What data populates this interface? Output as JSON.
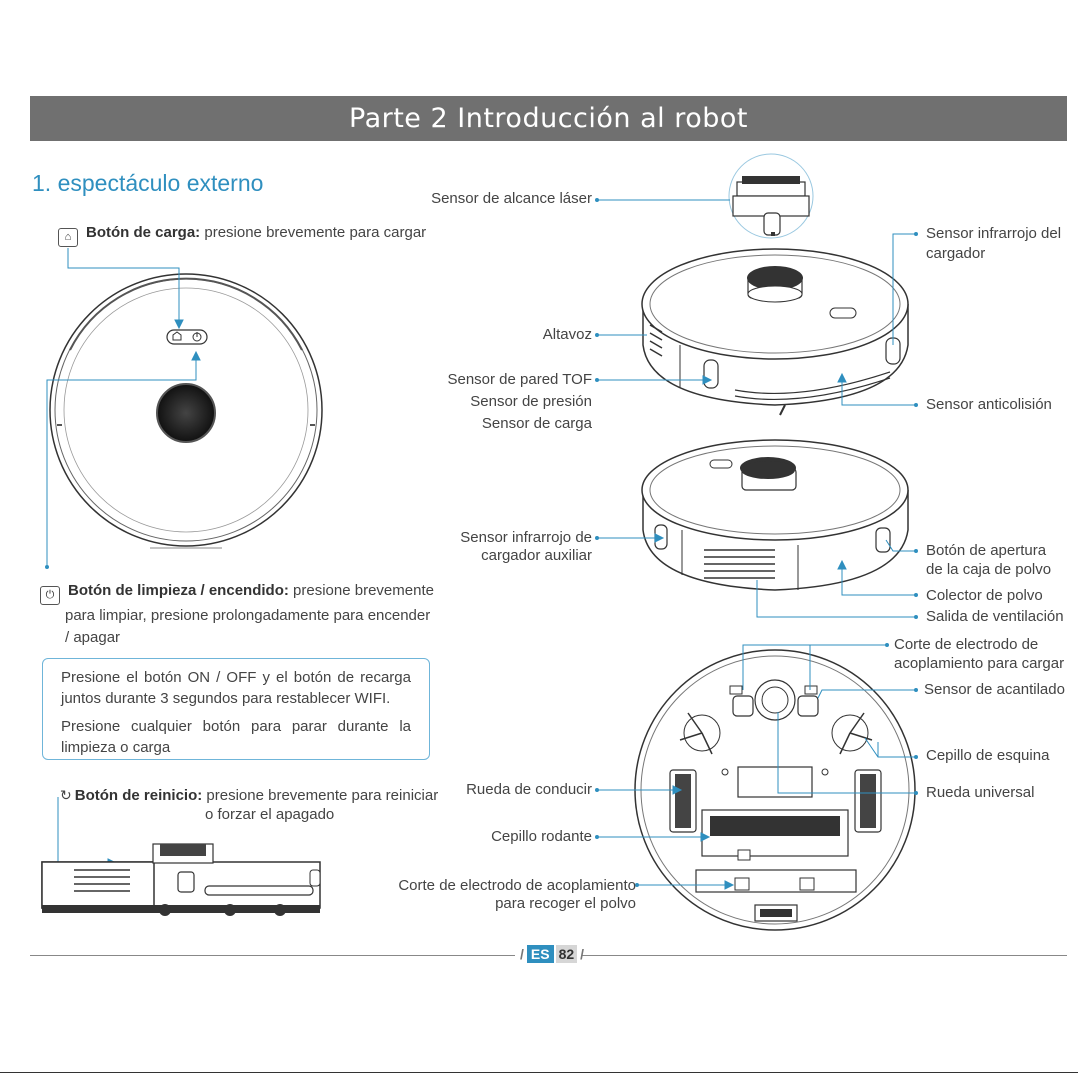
{
  "header": {
    "title": "Parte 2 Introducción al robot"
  },
  "section": {
    "title": "1. espectáculo externo"
  },
  "buttons": {
    "charge": {
      "name": "Botón de carga:",
      "desc": "presione brevemente para cargar"
    },
    "power": {
      "name": "Botón de limpieza / encendido:",
      "desc1": "presione brevemente",
      "desc2": "para limpiar, presione prolongadamente para encender",
      "desc3": "/ apagar"
    },
    "reset": {
      "name": "Botón de reinicio:",
      "desc1": "presione brevemente para reiniciar",
      "desc2": "o forzar el apagado"
    }
  },
  "note": {
    "p1": "Presione el botón ON / OFF y el botón de recarga juntos durante 3 segundos para restablecer WIFI.",
    "p2": "Presione cualquier botón para parar durante la limpieza o carga"
  },
  "labels": {
    "laser": "Sensor de alcance láser",
    "ir_charger_1": "Sensor infrarrojo del",
    "ir_charger_2": "cargador",
    "speaker": "Altavoz",
    "tof": "Sensor de pared TOF",
    "pressure": "Sensor de presión",
    "charge_sensor": "Sensor de carga",
    "anticollision": "Sensor anticolisión",
    "ir_aux_1": "Sensor infrarrojo de",
    "ir_aux_2": "cargador auxiliar",
    "dustbox_btn_1": "Botón de apertura",
    "dustbox_btn_2": "de la caja de polvo",
    "dust_collector": "Colector de polvo",
    "vent": "Salida de ventilación",
    "electrode_charge_1": "Corte de electrodo de",
    "electrode_charge_2": "acoplamiento para cargar",
    "cliff": "Sensor de acantilado",
    "side_brush": "Cepillo de esquina",
    "drive_wheel": "Rueda de conducir",
    "universal_wheel": "Rueda universal",
    "roller_brush": "Cepillo rodante",
    "electrode_dust_1": "Corte de electrodo de acoplamiento",
    "electrode_dust_2": "para recoger el polvo"
  },
  "footer": {
    "lang": "ES",
    "page": "82"
  },
  "colors": {
    "accent": "#2f8fbf",
    "banner": "#707070"
  }
}
